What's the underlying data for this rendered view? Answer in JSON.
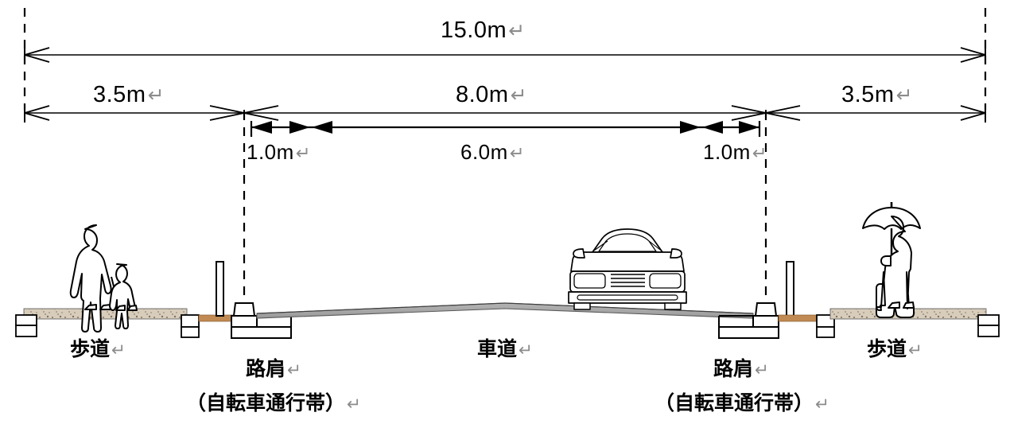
{
  "diagram": {
    "title_dimension": "15.0m",
    "type": "road-cross-section",
    "return_mark": "↵"
  },
  "dimensions": {
    "total": {
      "label": "15.0m",
      "value": 15.0,
      "unit": "m"
    },
    "row2": [
      {
        "id": "sidewalk-left",
        "label": "3.5m",
        "value": 3.5,
        "unit": "m"
      },
      {
        "id": "carriageway",
        "label": "8.0m",
        "value": 8.0,
        "unit": "m"
      },
      {
        "id": "sidewalk-right",
        "label": "3.5m",
        "value": 3.5,
        "unit": "m"
      }
    ],
    "row3": [
      {
        "id": "shoulder-left",
        "label": "1.0m",
        "value": 1.0,
        "unit": "m"
      },
      {
        "id": "travel-lanes",
        "label": "6.0m",
        "value": 6.0,
        "unit": "m"
      },
      {
        "id": "shoulder-right",
        "label": "1.0m",
        "value": 1.0,
        "unit": "m"
      }
    ]
  },
  "labels": {
    "sidewalk_left": "歩道",
    "shoulder_left": "路肩",
    "shoulder_left_sub": "（自転車通行帯）",
    "roadway": "車道",
    "shoulder_right": "路肩",
    "shoulder_right_sub": "（自転車通行帯）",
    "sidewalk_right": "歩道"
  },
  "colors": {
    "line": "#000000",
    "return_mark": "#8c8c8c",
    "pavement_gray": "#a8a8a8",
    "pavement_gray_dark": "#6f6f6f",
    "sidewalk_tan": "#cdbfa8",
    "tactile_strip": "#c08a52",
    "white": "#ffffff"
  },
  "figures": [
    {
      "id": "adult-pedestrian",
      "name": "adult-figure",
      "side": "left"
    },
    {
      "id": "child-pedestrian",
      "name": "child-figure",
      "side": "left"
    },
    {
      "id": "car",
      "name": "car-front-view",
      "side": "center"
    },
    {
      "id": "umbrella-pedestrian",
      "name": "person-with-umbrella-figure",
      "side": "right"
    }
  ]
}
